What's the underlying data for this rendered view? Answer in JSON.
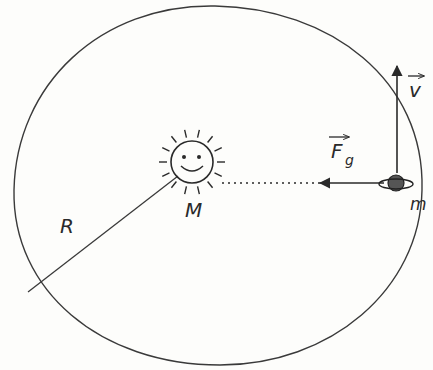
{
  "diagram": {
    "labels": [
      "R",
      "M",
      "F",
      "g",
      "v",
      "m"
    ]
  }
}
